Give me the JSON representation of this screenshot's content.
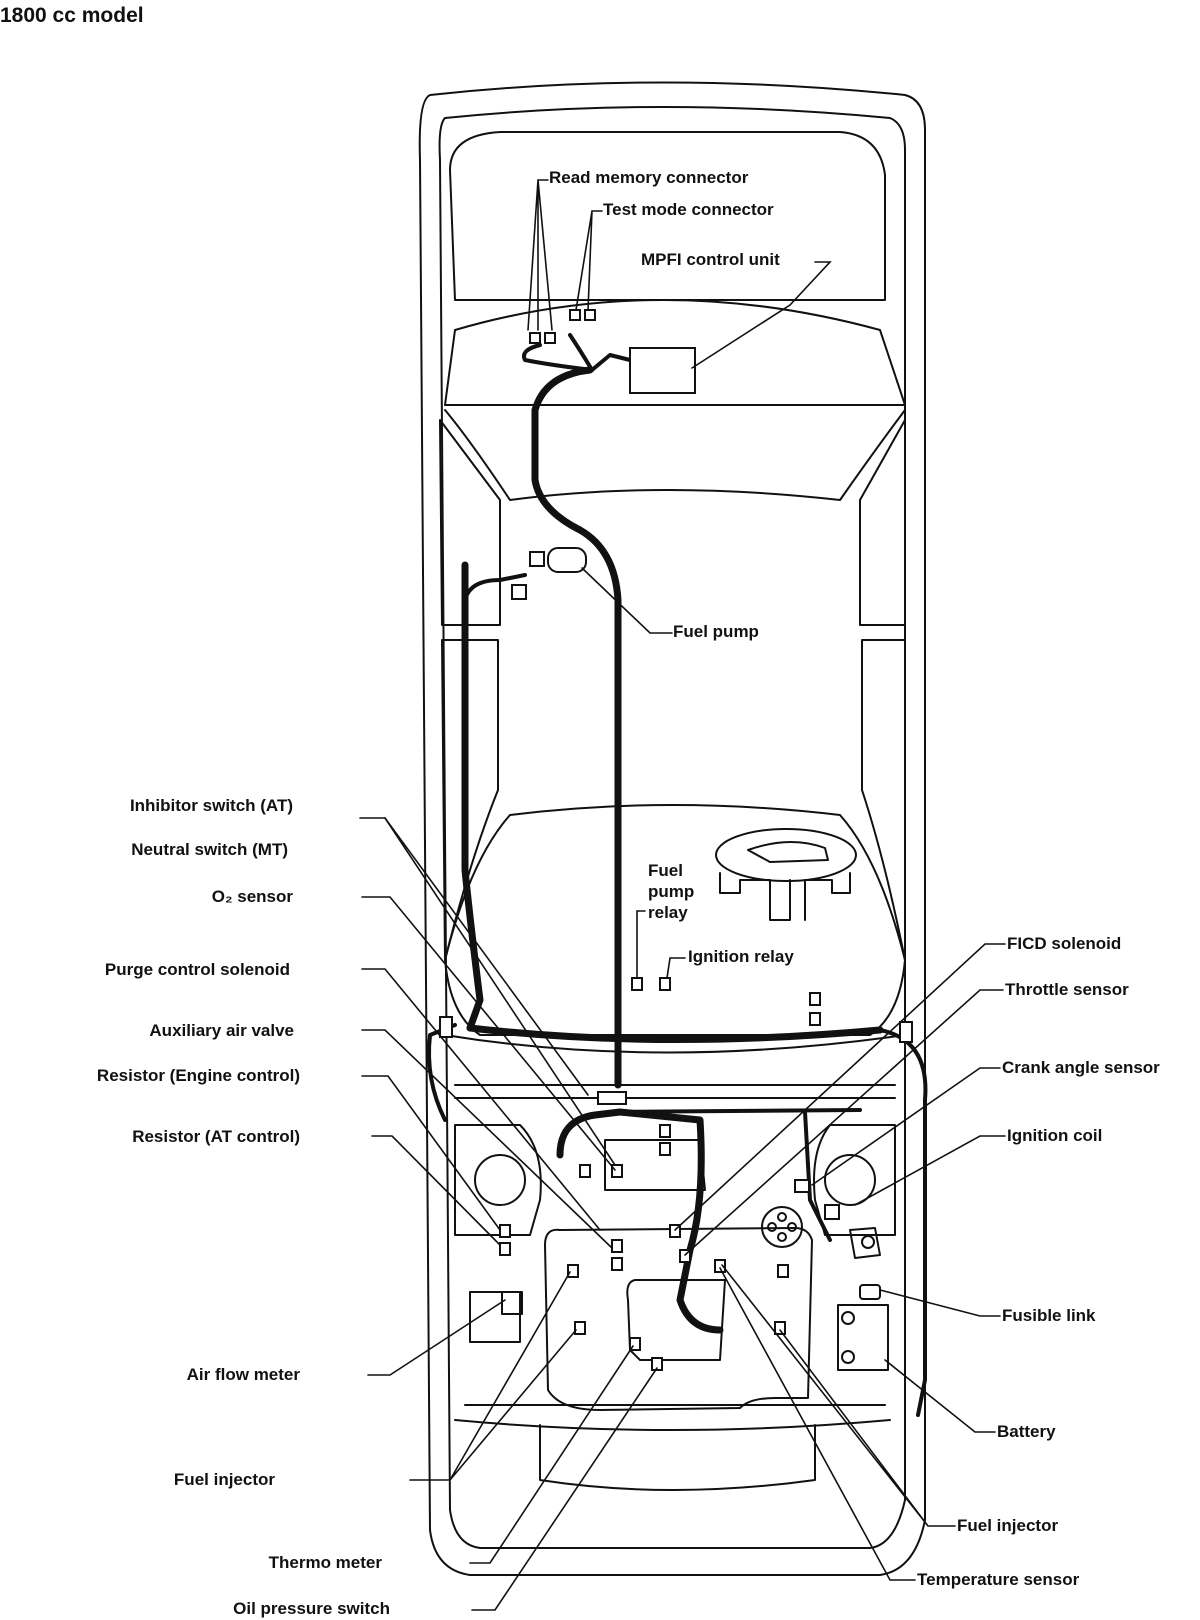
{
  "title": "1800 cc model",
  "labels": {
    "read_memory_connector": "Read memory connector",
    "test_mode_connector": "Test mode connector",
    "mpfi_control_unit": "MPFI control unit",
    "fuel_pump": "Fuel pump",
    "fuel_pump_relay_1": "Fuel",
    "fuel_pump_relay_2": "pump",
    "fuel_pump_relay_3": "relay",
    "ignition_relay": "Ignition relay",
    "inhibitor_switch": "Inhibitor switch (AT)",
    "neutral_switch": "Neutral switch (MT)",
    "o2_sensor": "O₂ sensor",
    "purge_control_solenoid": "Purge control solenoid",
    "auxiliary_air_valve": "Auxiliary air valve",
    "resistor_engine": "Resistor (Engine control)",
    "resistor_at": "Resistor (AT control)",
    "air_flow_meter": "Air flow meter",
    "fuel_injector_left": "Fuel injector",
    "thermo_meter": "Thermo meter",
    "oil_pressure_switch": "Oil pressure switch",
    "ficd_solenoid": "FICD solenoid",
    "throttle_sensor": "Throttle sensor",
    "crank_angle_sensor": "Crank angle sensor",
    "ignition_coil": "Ignition coil",
    "fusible_link": "Fusible link",
    "battery": "Battery",
    "fuel_injector_right": "Fuel injector",
    "temperature_sensor": "Temperature sensor"
  }
}
